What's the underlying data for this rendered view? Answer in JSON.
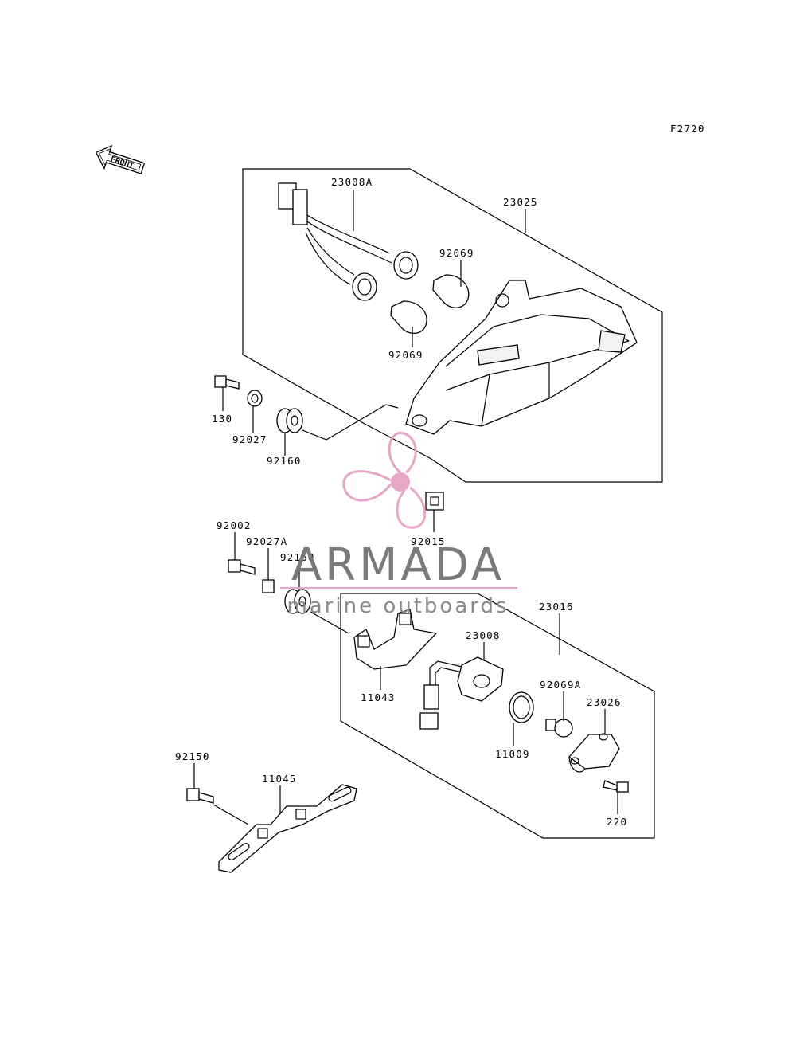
{
  "figure_code": "F2720",
  "front_arrow_label": "FRONT",
  "parts": {
    "p23008A": "23008A",
    "p23025": "23025",
    "p92069_upper": "92069",
    "p92069_lower": "92069",
    "p130": "130",
    "p92027": "92027",
    "p92160_upper": "92160",
    "p92015": "92015",
    "p92002": "92002",
    "p92027A": "92027A",
    "p92160_lower": "92160",
    "p23016": "23016",
    "p23008": "23008",
    "p11043": "11043",
    "p92069A": "92069A",
    "p23026": "23026",
    "p11009": "11009",
    "p92150": "92150",
    "p11045": "11045",
    "p220": "220"
  },
  "watermark": {
    "brand": "ARMADA",
    "tagline": "marine outboards",
    "accent_color": "#e8a6c8"
  }
}
